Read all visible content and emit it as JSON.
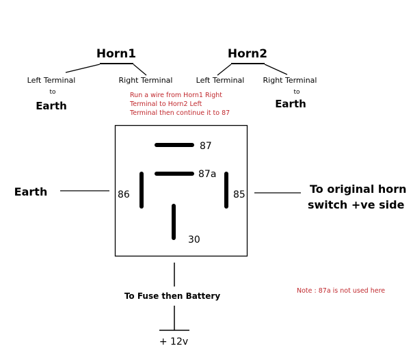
{
  "horn1": {
    "title": "Horn1",
    "left_line1": "Left Terminal",
    "left_line2": "to",
    "left_line3": "Earth",
    "right_terminal": "Right Terminal"
  },
  "horn2": {
    "title": "Horn2",
    "left_terminal": "Left Terminal",
    "right_line1": "Right Terminal",
    "right_line2": "to",
    "right_line3": "Earth"
  },
  "instruction": {
    "line1": "Run a wire from Horn1 Right",
    "line2": "Terminal to Horn2 Left",
    "line3": "Terminal then continue it to 87"
  },
  "relay": {
    "pin_87": "87",
    "pin_87a": "87a",
    "pin_86": "86",
    "pin_85": "85",
    "pin_30": "30"
  },
  "left_label": "Earth",
  "right_label_line1": "To original horn",
  "right_label_line2": "switch +ve side",
  "bottom_label": "To Fuse then Battery",
  "battery_label": "+ 12v",
  "note": "Note : 87a is not used here",
  "colors": {
    "note_red": "#c0282d",
    "ink": "#000000"
  }
}
